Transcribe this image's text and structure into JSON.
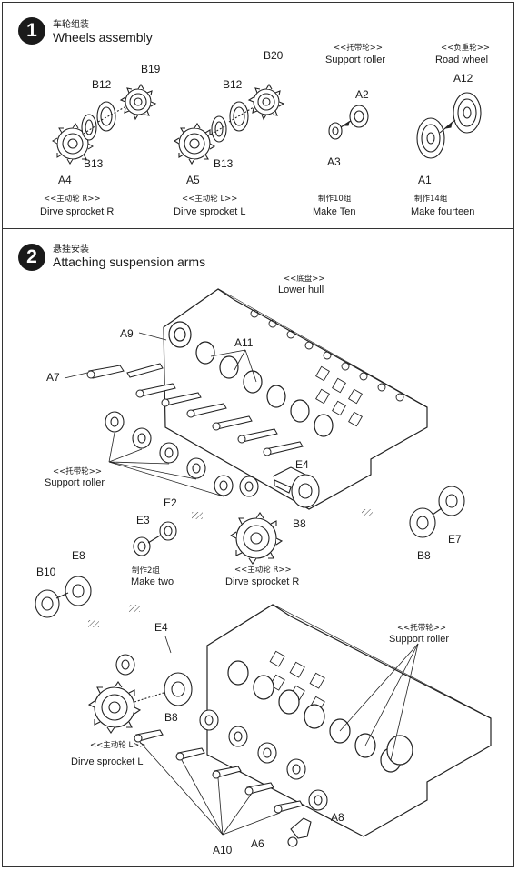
{
  "steps": [
    {
      "number": "1",
      "title_cn": "车轮组装",
      "title_en": "Wheels assembly"
    },
    {
      "number": "2",
      "title_cn": "悬挂安装",
      "title_en": "Attaching suspension arms"
    }
  ],
  "step1": {
    "sprocket_r": {
      "part_labels": [
        "B19",
        "B12",
        "B13",
        "A4"
      ],
      "caption_cn": "<<主动轮 R>>",
      "caption_en": "Dirve sprocket R"
    },
    "sprocket_l": {
      "part_labels": [
        "B20",
        "B12",
        "B13",
        "A5"
      ],
      "caption_cn": "<<主动轮 L>>",
      "caption_en": "Dirve sprocket L"
    },
    "support_roller": {
      "title_cn": "<<托带轮>>",
      "title_en": "Support roller",
      "part_labels": [
        "A2",
        "A3"
      ],
      "caption_cn": "制作10组",
      "caption_en": "Make Ten"
    },
    "road_wheel": {
      "title_cn": "<<负重轮>>",
      "title_en": "Road wheel",
      "part_labels": [
        "A12",
        "A1"
      ],
      "caption_cn": "制作14组",
      "caption_en": "Make fourteen"
    }
  },
  "step2": {
    "lower_hull": {
      "cn": "<<底盘>>",
      "en": "Lower hull"
    },
    "upper_labels": [
      "A9",
      "A11",
      "A7",
      "E4",
      "B8"
    ],
    "support_roller_left": {
      "cn": "<<托带轮>>",
      "en": "Support roller"
    },
    "idler_right": {
      "labels": [
        "B8",
        "E7"
      ]
    },
    "small_roller": {
      "labels": [
        "E2",
        "E3"
      ],
      "cn": "制作2组",
      "en": "Make two"
    },
    "sprocket_r": {
      "cn": "<<主动轮 R>>",
      "en": "Dirve sprocket R"
    },
    "idler_left": {
      "labels": [
        "E8",
        "B10"
      ]
    },
    "lower_labels": [
      "E4",
      "B8",
      "A8",
      "A6",
      "A10"
    ],
    "support_roller_right": {
      "cn": "<<托带轮>>",
      "en": "Support roller"
    },
    "sprocket_l": {
      "cn": "<<主动轮 L>>",
      "en": "Dirve sprocket L"
    }
  }
}
